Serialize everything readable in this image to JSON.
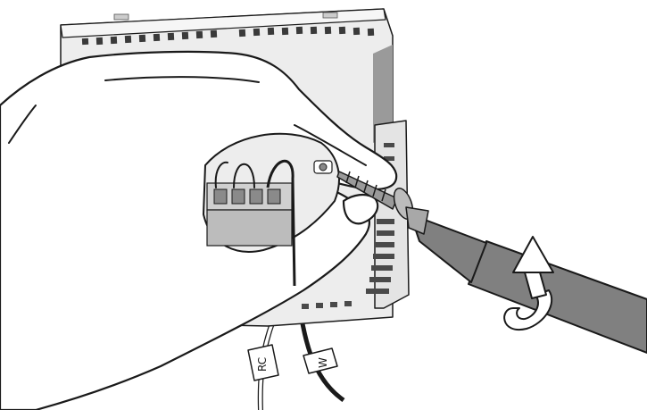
{
  "illustration": {
    "wire_tags": [
      {
        "id": "rc",
        "text": "RC"
      },
      {
        "id": "w",
        "text": "W"
      }
    ],
    "colors": {
      "line": "#1a1a1a",
      "plate": "#ededed",
      "plate_shadow": "#9a9a9a",
      "terminal_block": "#d0d0d0",
      "screwdriver": "#808080",
      "hand": "#ffffff"
    }
  }
}
